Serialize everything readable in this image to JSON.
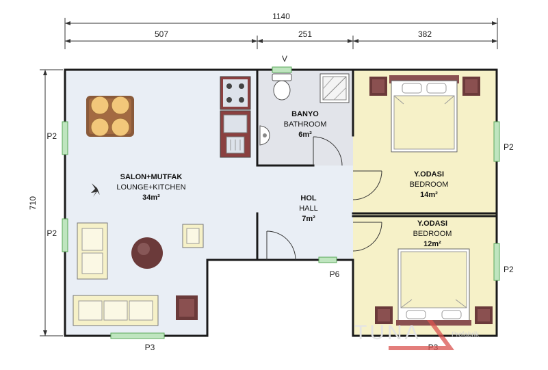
{
  "dimensions": {
    "total_width": "1140",
    "segment_1": "507",
    "segment_2": "251",
    "segment_3": "382",
    "total_height": "710"
  },
  "rooms": {
    "lounge": {
      "name": "SALON+MUTFAK",
      "subtitle": "LOUNGE+KITCHEN",
      "area": "34m²"
    },
    "bath": {
      "name": "BANYO",
      "subtitle": "BATHROOM",
      "area": "6m²"
    },
    "hall": {
      "name": "HOL",
      "subtitle": "HALL",
      "area": "7m²"
    },
    "bedroom1": {
      "name": "Y.ODASI",
      "subtitle": "BEDROOM",
      "area": "14m²"
    },
    "bedroom2": {
      "name": "Y.ODASI",
      "subtitle": "BEDROOM",
      "area": "12m²"
    }
  },
  "openings": {
    "vent": "V",
    "window_left_top": "P2",
    "window_left_bottom": "P2",
    "window_right_top": "P2",
    "window_right_bottom": "P2",
    "window_bottom": "P3",
    "entry_door": "P6",
    "window_bottom_right": "P3"
  },
  "watermark": {
    "brand": "TUNA",
    "sub": "Prefabrik"
  },
  "colors": {
    "wall": "#1a1a1a",
    "floor_lounge": "#e9eef5",
    "floor_bath": "#e2e4ea",
    "floor_bedroom": "#f6f1c8",
    "window": "#7fc47f",
    "furniture_wood": "#8a5a3a",
    "furniture_dark": "#6b4040"
  }
}
